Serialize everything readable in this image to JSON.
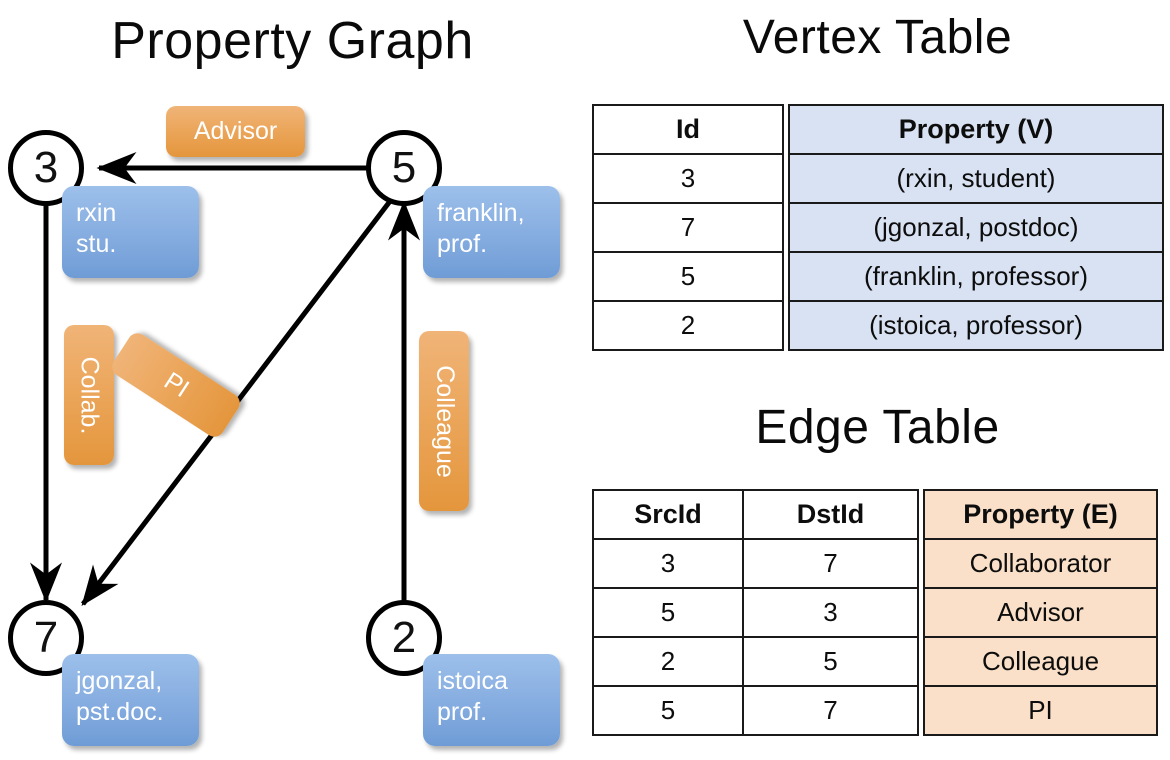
{
  "titles": {
    "property_graph": "Property Graph",
    "vertex_table": "Vertex Table",
    "edge_table": "Edge Table"
  },
  "colors": {
    "vertex_property_fill": "#d9e2f3",
    "edge_property_fill": "#fae0c8",
    "vertex_box_fill": "#8ab0e2",
    "edge_box_fill": "#eca85f",
    "stroke": "#000000",
    "background": "#ffffff"
  },
  "graph": {
    "nodes": [
      {
        "id": "3",
        "label_line1": "rxin",
        "label_line2": "stu."
      },
      {
        "id": "5",
        "label_line1": "franklin,",
        "label_line2": "prof."
      },
      {
        "id": "7",
        "label_line1": "jgonzal,",
        "label_line2": "pst.doc."
      },
      {
        "id": "2",
        "label_line1": "istoica",
        "label_line2": "prof."
      }
    ],
    "edge_labels": [
      {
        "text": "Advisor",
        "orientation": "horizontal"
      },
      {
        "text": "Collab.",
        "orientation": "vertical"
      },
      {
        "text": "PI",
        "orientation": "diagonal"
      },
      {
        "text": "Colleague",
        "orientation": "vertical"
      }
    ],
    "edges": [
      {
        "src": "5",
        "dst": "3",
        "label": "Advisor"
      },
      {
        "src": "3",
        "dst": "7",
        "label": "Collab."
      },
      {
        "src": "5",
        "dst": "7",
        "label": "PI"
      },
      {
        "src": "2",
        "dst": "5",
        "label": "Colleague"
      }
    ]
  },
  "vertex_table": {
    "headers": [
      "Id",
      "Property (V)"
    ],
    "rows": [
      {
        "id": "3",
        "property": "(rxin, student)"
      },
      {
        "id": "7",
        "property": "(jgonzal, postdoc)"
      },
      {
        "id": "5",
        "property": "(franklin, professor)"
      },
      {
        "id": "2",
        "property": "(istoica, professor)"
      }
    ]
  },
  "edge_table": {
    "headers": [
      "SrcId",
      "DstId",
      "Property (E)"
    ],
    "rows": [
      {
        "src": "3",
        "dst": "7",
        "property": "Collaborator"
      },
      {
        "src": "5",
        "dst": "3",
        "property": "Advisor"
      },
      {
        "src": "2",
        "dst": "5",
        "property": "Colleague"
      },
      {
        "src": "5",
        "dst": "7",
        "property": "PI"
      }
    ]
  }
}
